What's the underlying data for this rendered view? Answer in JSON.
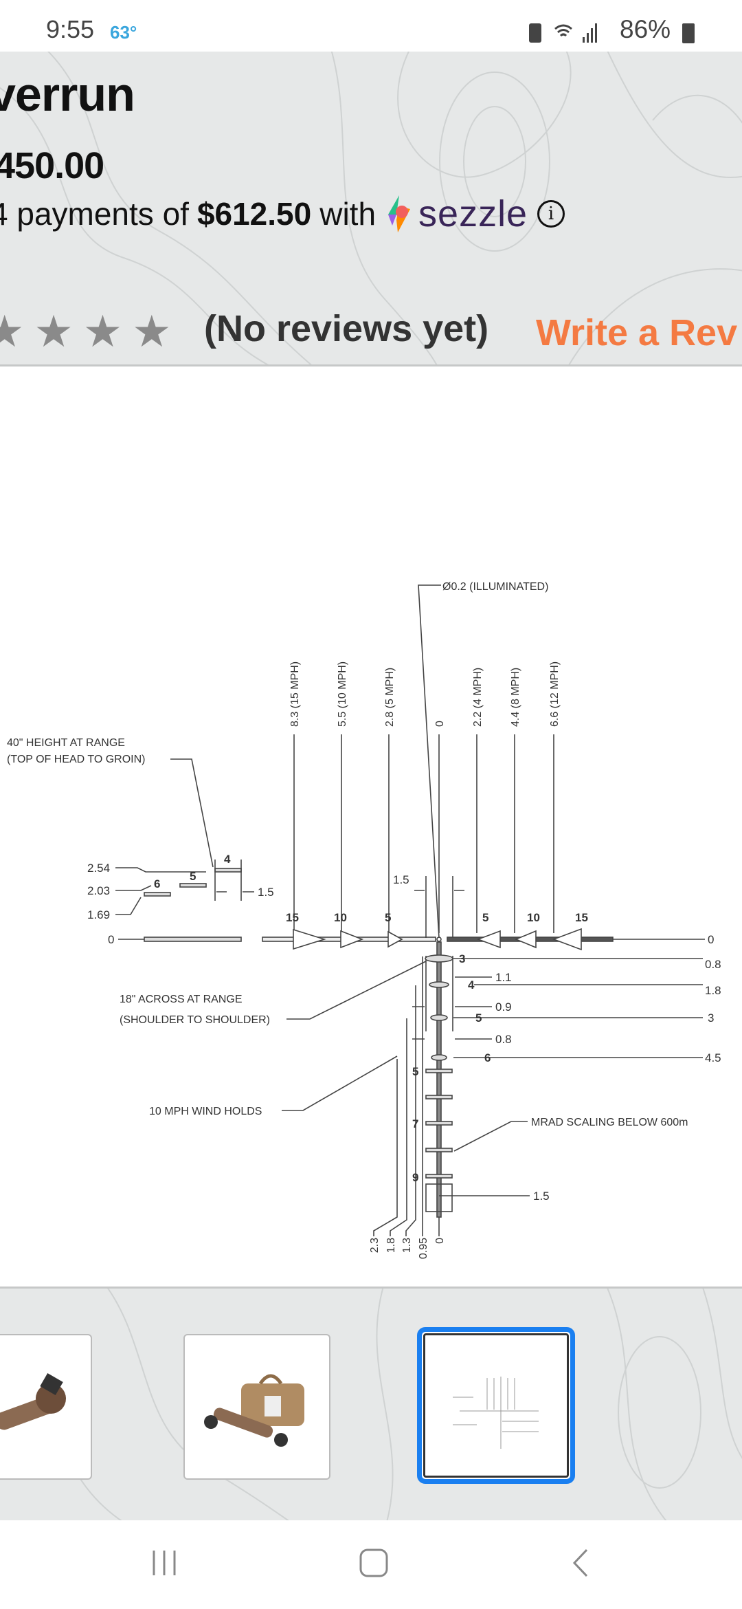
{
  "status_bar": {
    "time": "9:55",
    "temperature": "63°",
    "battery": "86%"
  },
  "product": {
    "title": "verrun",
    "price": "450.00",
    "installments": {
      "prefix": "4 payments of",
      "amount": "$612.50",
      "suffix": "with",
      "provider": "sezzle",
      "info_icon": "i"
    },
    "rating": {
      "stars": 0,
      "max": 5,
      "text": "(No reviews yet)",
      "write_review": "Write a Rev"
    }
  },
  "diagram": {
    "illuminated": "Ø0.2 (ILLUMINATED)",
    "wind_labels": [
      "8.3 (15 MPH)",
      "5.5 (10 MPH)",
      "2.8 (5 MPH)",
      "0",
      "2.2 (4 MPH)",
      "4.4 (8 MPH)",
      "6.6 (12 MPH)"
    ],
    "height_note": [
      "40\" HEIGHT AT RANGE",
      "(TOP OF HEAD TO GROIN)"
    ],
    "left_scale": [
      "2.54",
      "2.03",
      "1.69",
      "0"
    ],
    "small_numbers": [
      "4",
      "5",
      "6"
    ],
    "dim_left": "1.5",
    "dim_center": "1.5",
    "arrow_numbers_left": [
      "15",
      "10",
      "5"
    ],
    "arrow_numbers_right": [
      "5",
      "10",
      "15"
    ],
    "right_scale": [
      "0",
      "0.8",
      "1.8",
      "3",
      "4.5"
    ],
    "hold_numbers_right": [
      "3",
      "4",
      "5",
      "6"
    ],
    "widths": [
      "1.1",
      "0.9",
      "0.8"
    ],
    "hold_numbers_left": [
      "5",
      "7",
      "9"
    ],
    "across_note": [
      "18\" ACROSS AT RANGE",
      "(SHOULDER TO SHOULDER)"
    ],
    "wind_holds": "10 MPH WIND HOLDS",
    "mrad": "MRAD SCALING BELOW 600m",
    "bottom_dim": "1.5",
    "bottom_labels": [
      "2.3",
      "1.8",
      "1.3",
      "0.95",
      "0"
    ]
  },
  "thumbnails": [
    {
      "selected": false
    },
    {
      "selected": false
    },
    {
      "selected": true
    }
  ],
  "colors": {
    "accent_orange": "#f47a42",
    "sezzle_purple": "#392558",
    "selected_blue": "#1a7ff0",
    "temp_blue": "#3aa6dd"
  }
}
